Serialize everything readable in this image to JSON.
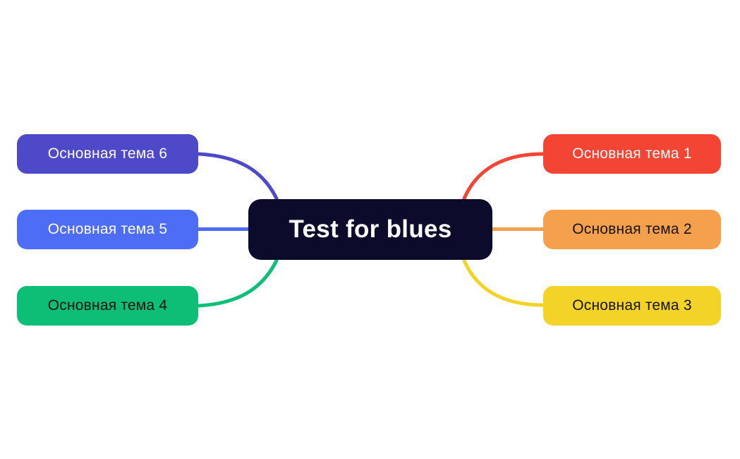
{
  "canvas": {
    "background": "#ffffff"
  },
  "center": {
    "label": "Test for blues",
    "bg": "#0d0b2b",
    "text_color": "#ffffff"
  },
  "topics": [
    {
      "label": "Основная тема 1",
      "bg": "#f44433",
      "text_color": "#ffffff"
    },
    {
      "label": "Основная тема 2",
      "bg": "#f5a04c",
      "text_color": "#15130f"
    },
    {
      "label": "Основная тема 3",
      "bg": "#f3d327",
      "text_color": "#15130f"
    },
    {
      "label": "Основная тема 4",
      "bg": "#0cbe76",
      "text_color": "#15130f"
    },
    {
      "label": "Основная тема 5",
      "bg": "#4e6df6",
      "text_color": "#ffffff"
    },
    {
      "label": "Основная тема 6",
      "bg": "#4e49c8",
      "text_color": "#ffffff"
    }
  ]
}
